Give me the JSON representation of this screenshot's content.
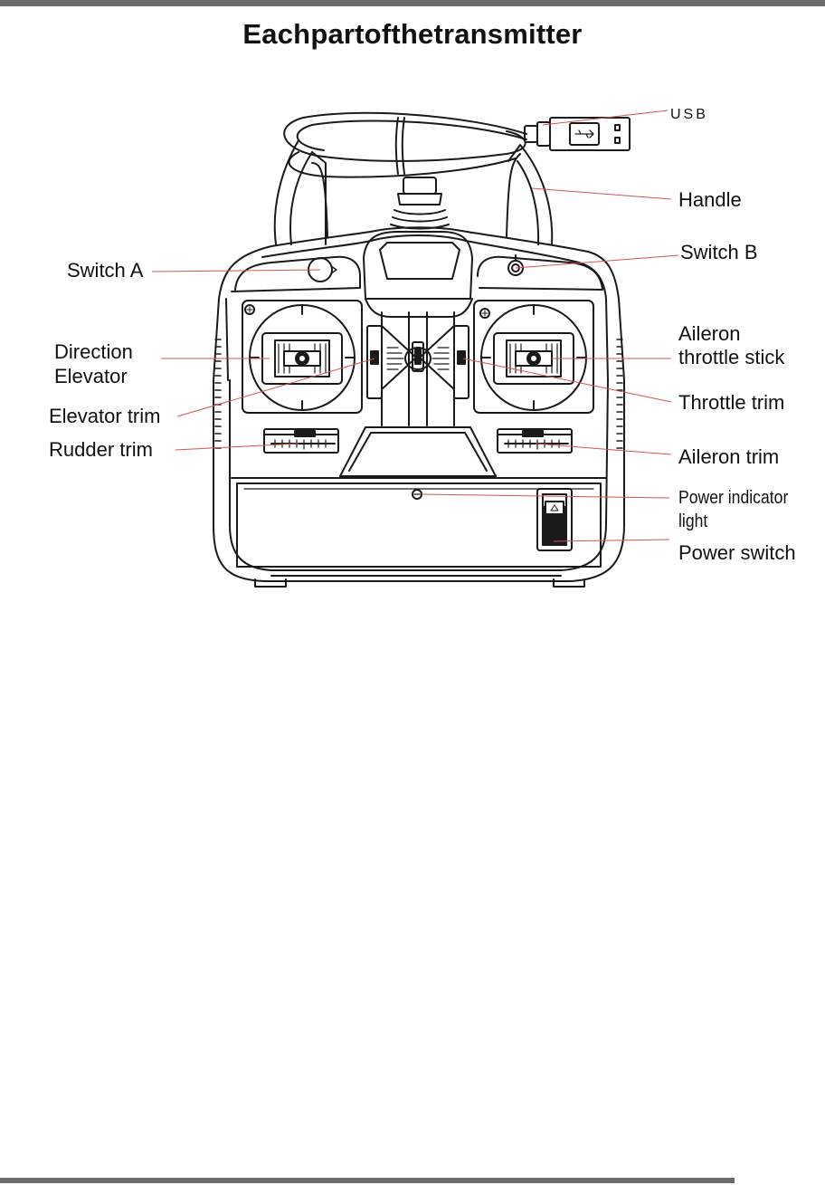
{
  "title": "Eachpartofthetransmitter",
  "labels": {
    "usb": "USB",
    "handle": "Handle",
    "switch_a": "Switch A",
    "switch_b": "Switch B",
    "direction_elevator_line1": "Direction",
    "direction_elevator_line2": "Elevator",
    "aileron_throttle_line1": "Aileron",
    "aileron_throttle_line2": "throttle stick",
    "elevator_trim": "Elevator trim",
    "throttle_trim": "Throttle trim",
    "rudder_trim": "Rudder trim",
    "aileron_trim": "Aileron trim",
    "power_indicator_line1": "Power indicator",
    "power_indicator_line2": "light",
    "power_switch": "Power switch"
  },
  "colors": {
    "leader_line": "#d9534f",
    "outline": "#1a1a1a",
    "rule": "#6b6b6b"
  }
}
